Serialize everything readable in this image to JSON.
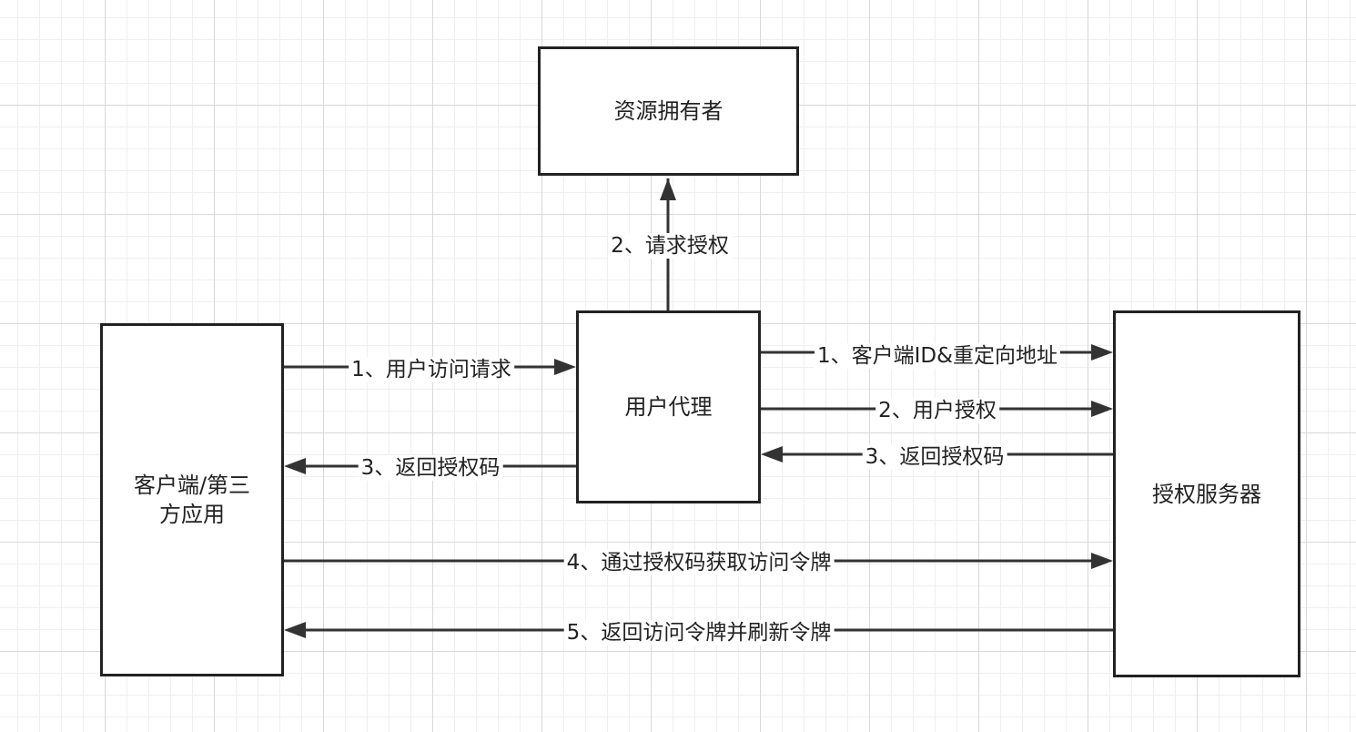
{
  "nodes": {
    "resource_owner": "资源拥有者",
    "user_agent": "用户代理",
    "client": "客户端/第三方应用",
    "auth_server": "授权服务器"
  },
  "edges": {
    "request_auth": "2、请求授权",
    "user_access": "1、用户访问请求",
    "return_code_to_client": "3、返回授权码",
    "client_id_redirect": "1、客户端ID&重定向地址",
    "user_auth": "2、用户授权",
    "return_code_to_agent": "3、返回授权码",
    "get_token": "4、通过授权码获取访问令牌",
    "return_token": "5、返回访问令牌并刷新令牌"
  },
  "colors": {
    "stroke": "#333333",
    "border": "#222222",
    "grid": "#d9d9d9"
  }
}
